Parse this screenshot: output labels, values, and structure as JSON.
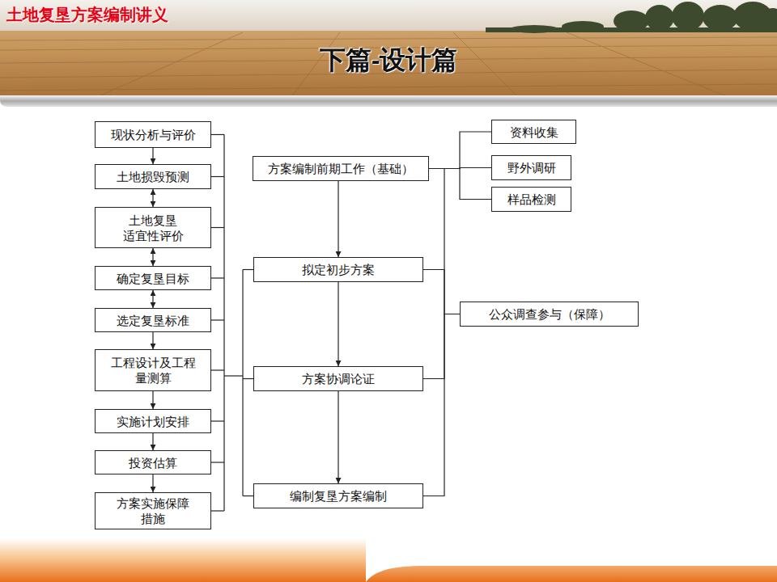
{
  "diagram": {
    "title": "下篇-设计篇",
    "nodes": [
      {
        "text": [
          "现状分析与评价"
        ]
      },
      {
        "text": [
          "土地损毁预测"
        ]
      },
      {
        "text": [
          "土地复垦 适宜性评价"
        ]
      },
      {
        "text": [
          "确定复垦目标"
        ]
      },
      {
        "text": [
          "选定复垦标准"
        ]
      },
      {
        "text": [
          "工程设计及工程 量测算"
        ]
      },
      {
        "text": [
          "实施计划安排"
        ]
      },
      {
        "text": [
          "投资估算"
        ]
      },
      {
        "text": [
          "方案实施保障 措施"
        ]
      },
      {
        "text": [
          "方案编制前期工作（基础）"
        ]
      },
      {
        "text": [
          "资料收集"
        ]
      },
      {
        "text": [
          "野外调研"
        ]
      },
      {
        "text": [
          "样品检测"
        ]
      },
      {
        "text": [
          "拟定初步方案"
        ]
      },
      {
        "text": [
          "公众调查参与（保障）"
        ]
      },
      {
        "text": [
          "方案协调论证"
        ]
      },
      {
        "text": [
          "编制复垦方案编制"
        ]
      }
    ],
    "edges": [
      {
        "from": 0,
        "to": 1,
        "arrow": "to"
      },
      {
        "from": 1,
        "to": 2,
        "arrow": "both"
      },
      {
        "from": 2,
        "to": 3,
        "arrow": "both"
      },
      {
        "from": 3,
        "to": 4,
        "arrow": "both"
      },
      {
        "from": 4,
        "to": 5,
        "arrow": "to"
      },
      {
        "from": 5,
        "to": 6,
        "arrow": "to"
      },
      {
        "from": 6,
        "to": 7,
        "arrow": "to"
      },
      {
        "from": 7,
        "to": 8,
        "arrow": "to"
      },
      {
        "from": 9,
        "to": 13,
        "arrow": "to"
      },
      {
        "from": 13,
        "to": 15,
        "arrow": "to"
      },
      {
        "from": 15,
        "to": 16,
        "arrow": "to"
      },
      {
        "from": 9,
        "to": 10,
        "arrow": "none"
      },
      {
        "from": 9,
        "to": 11,
        "arrow": "none"
      },
      {
        "from": 9,
        "to": 12,
        "arrow": "none"
      },
      {
        "from": 14,
        "to": 9,
        "arrow": "none"
      },
      {
        "from": 14,
        "to": 13,
        "arrow": "none"
      },
      {
        "from": 14,
        "to": 15,
        "arrow": "none"
      },
      {
        "from": 14,
        "to": 16,
        "arrow": "none"
      }
    ],
    "labels": [
      "土地复垦方案编制讲义"
    ]
  }
}
